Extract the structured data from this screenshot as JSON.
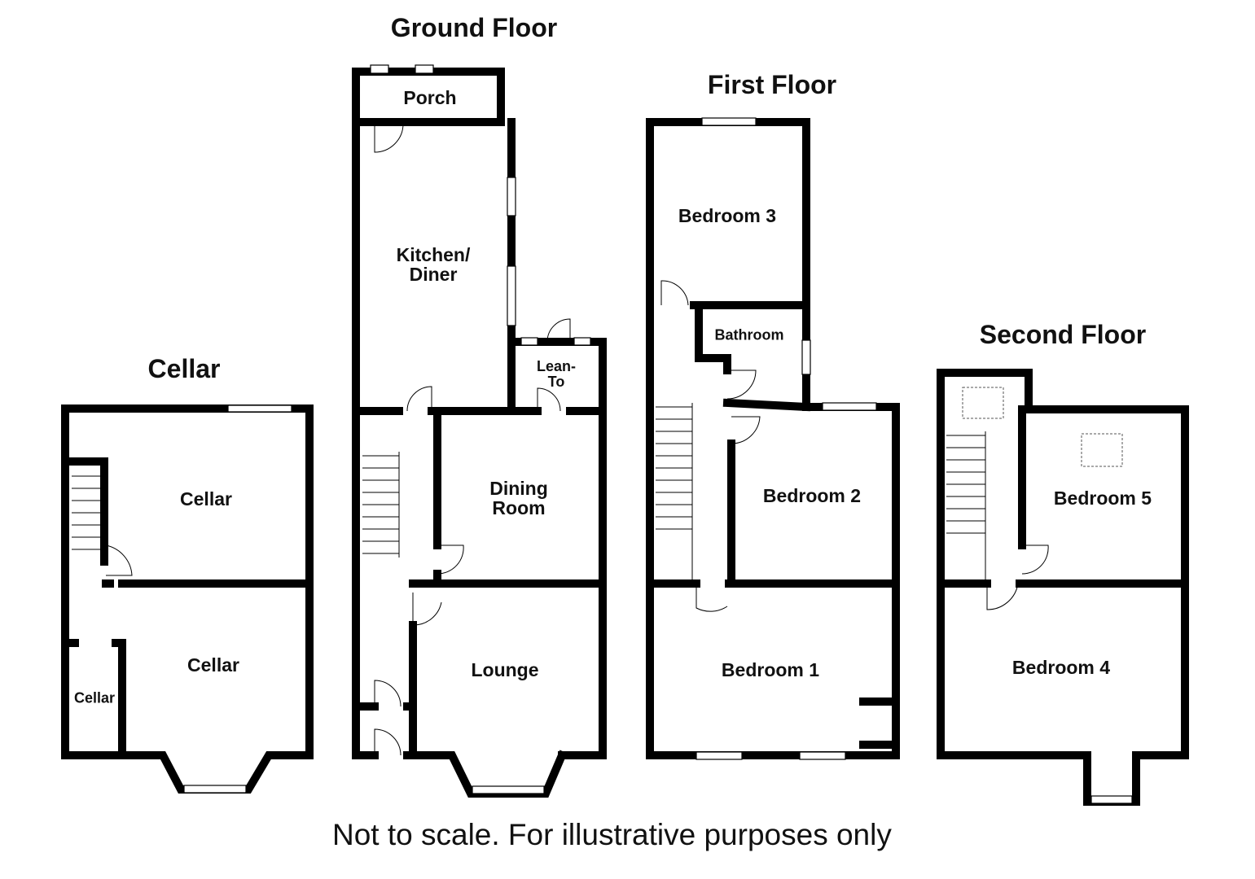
{
  "titles": {
    "ground": "Ground Floor",
    "first": "First Floor",
    "cellar": "Cellar",
    "second": "Second Floor"
  },
  "rooms": {
    "porch": "Porch",
    "kitchen": "Kitchen/\nDiner",
    "lean_to": "Lean-\nTo",
    "dining": "Dining\nRoom",
    "lounge": "Lounge",
    "cellar_top": "Cellar",
    "cellar_bottom": "Cellar",
    "cellar_small": "Cellar",
    "bedroom3": "Bedroom 3",
    "bathroom": "Bathroom",
    "bedroom2": "Bedroom 2",
    "bedroom1": "Bedroom 1",
    "bedroom5": "Bedroom 5",
    "bedroom4": "Bedroom 4"
  },
  "footer": "Not to scale. For illustrative purposes only"
}
